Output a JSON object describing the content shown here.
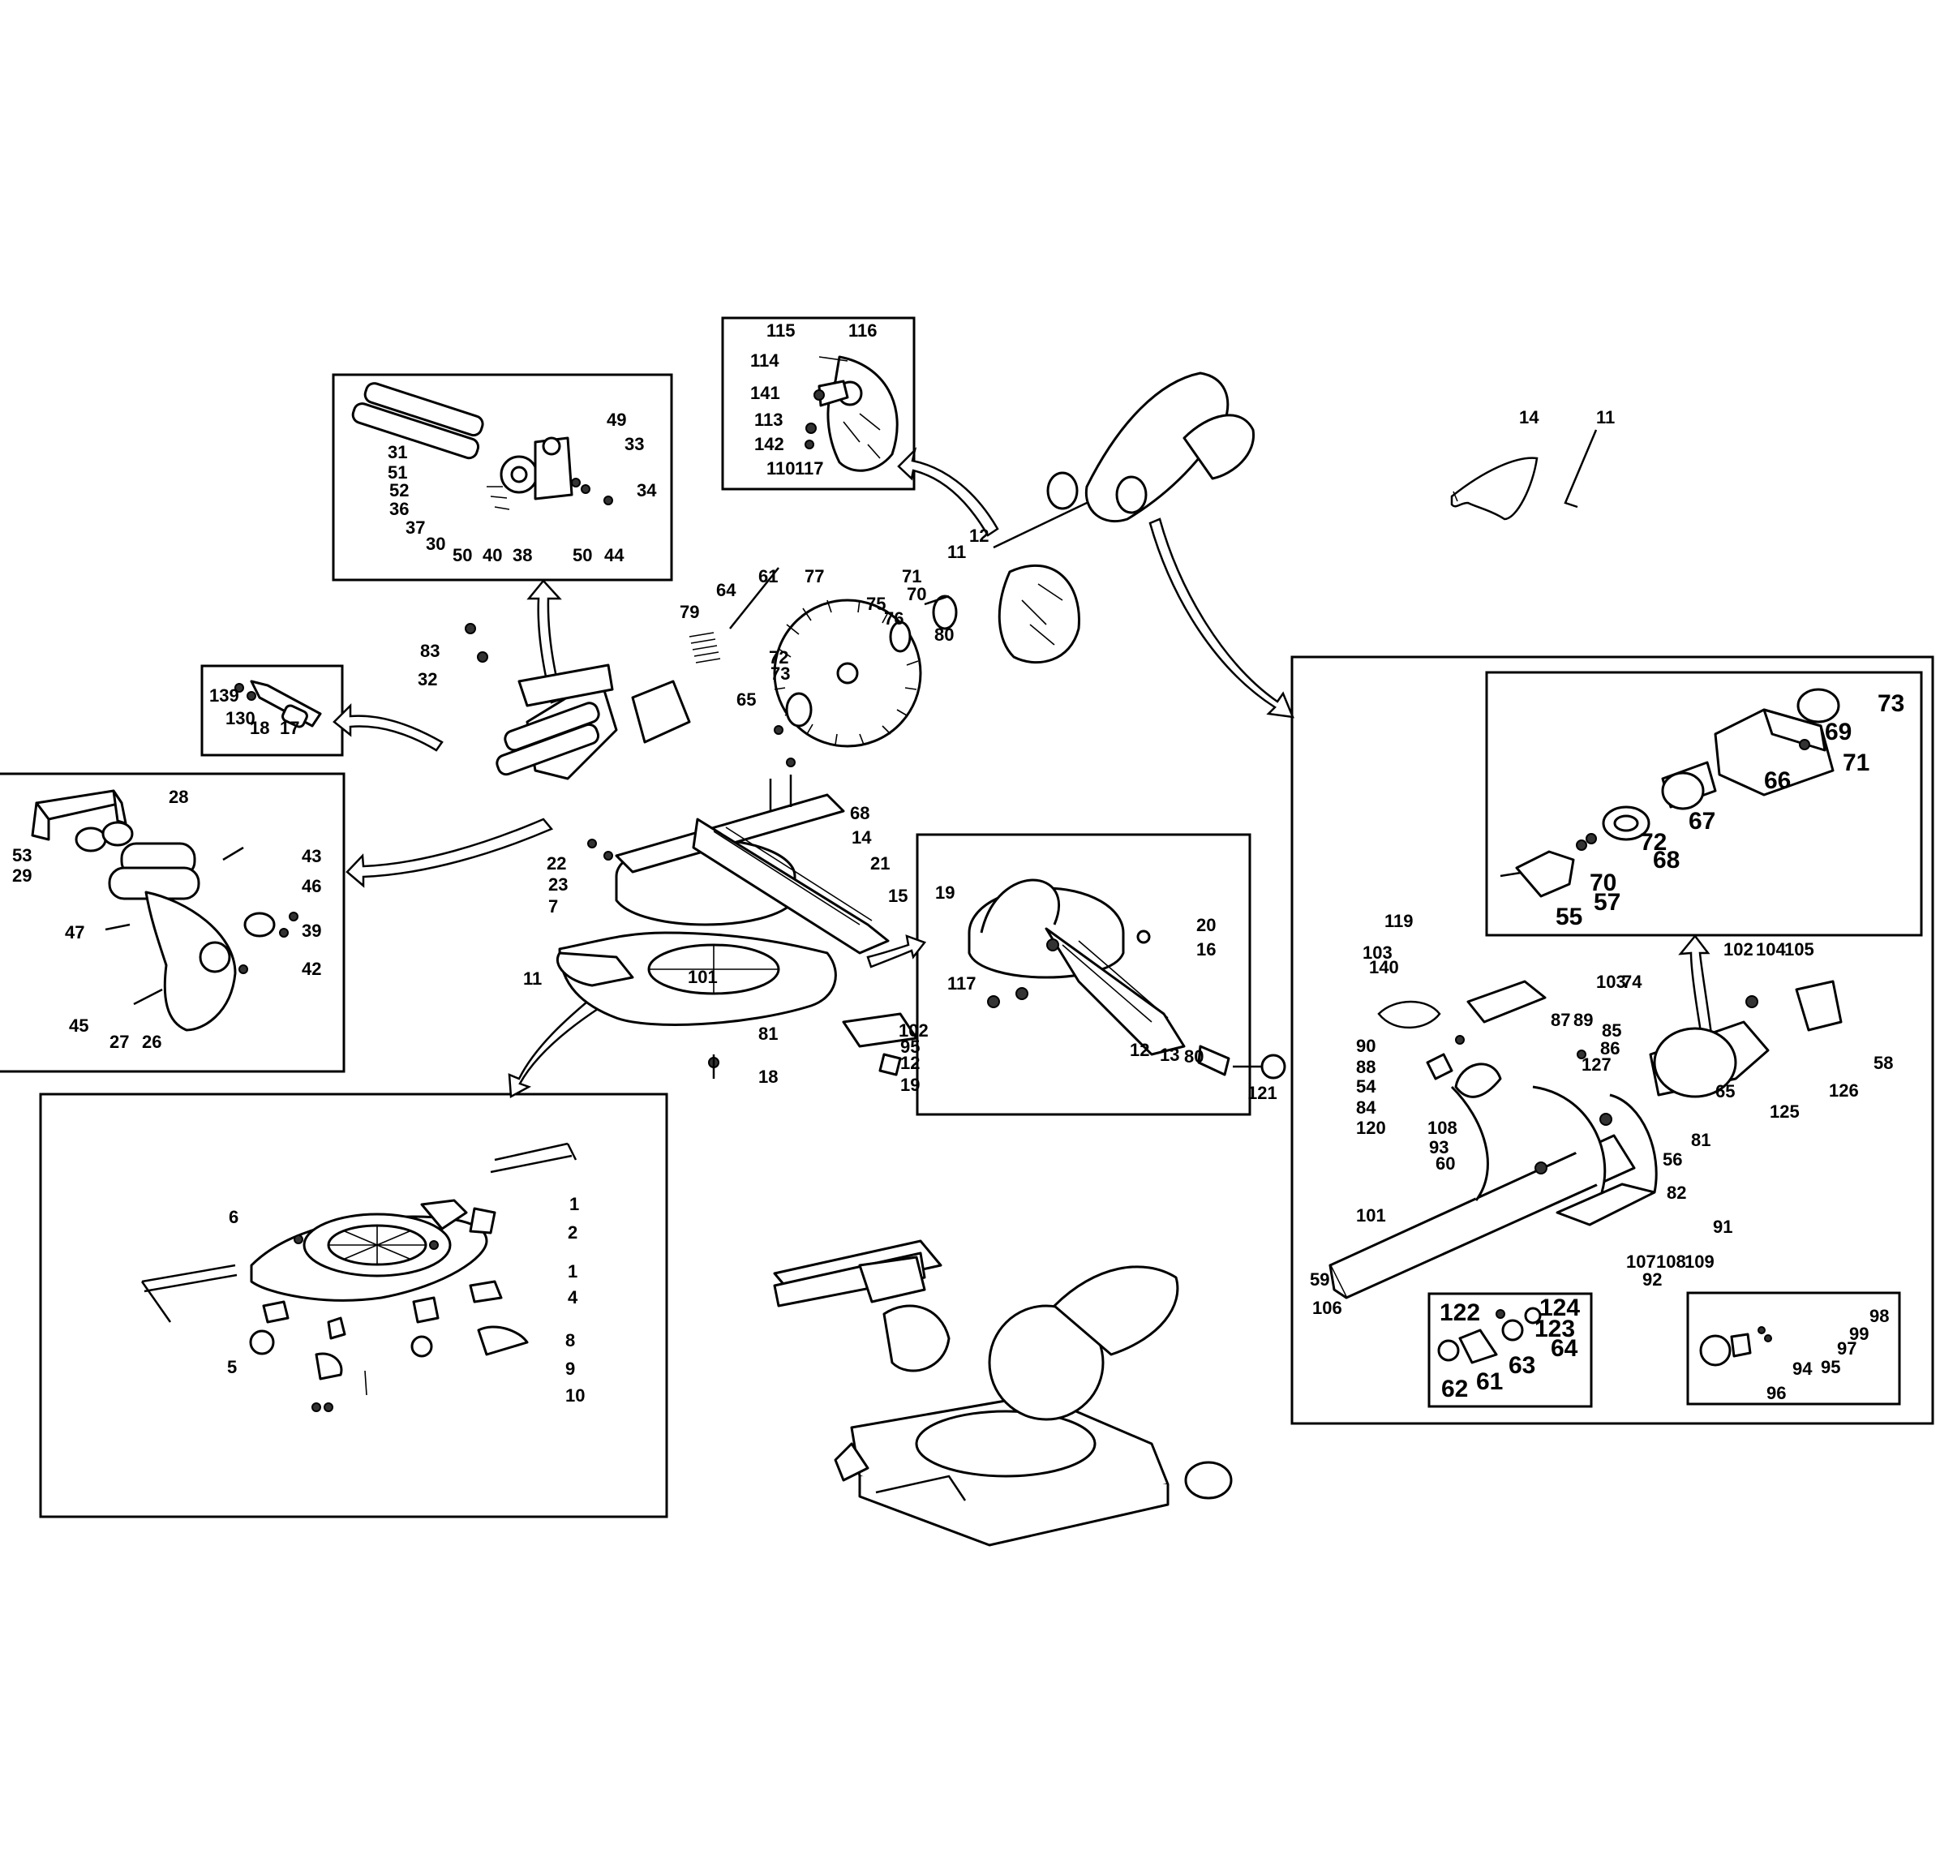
{
  "callouts": {
    "top_guard_inset": [
      "115",
      "116",
      "114",
      "141",
      "113",
      "142",
      "110",
      "117"
    ],
    "rail_inset": [
      "49",
      "33",
      "31",
      "51",
      "52",
      "36",
      "37",
      "30",
      "50",
      "40",
      "38",
      "50",
      "44",
      "34"
    ],
    "small_inset": [
      "139",
      "130",
      "18",
      "17"
    ],
    "handle_inset": [
      "28",
      "53",
      "29",
      "43",
      "46",
      "47",
      "39",
      "42",
      "45",
      "27",
      "26"
    ],
    "base_inset": [
      "6",
      "1",
      "2",
      "1",
      "4",
      "8",
      "9",
      "10",
      "5"
    ],
    "table_inset": [
      "19",
      "117",
      "20",
      "16",
      "12",
      "13",
      "80",
      "121"
    ],
    "motor_inset": [
      "73",
      "69",
      "71",
      "66",
      "67",
      "72",
      "68",
      "70",
      "57",
      "55"
    ],
    "head_assembly": [
      "119",
      "103",
      "102",
      "104",
      "105",
      "103",
      "74",
      "140",
      "87",
      "89",
      "85",
      "86",
      "127",
      "58",
      "90",
      "88",
      "54",
      "84",
      "120",
      "108",
      "93",
      "60",
      "126",
      "125",
      "65",
      "81",
      "56",
      "82",
      "101",
      "91",
      "59",
      "106",
      "107",
      "108",
      "109",
      "92"
    ],
    "flange_inset": [
      "122",
      "124",
      "123",
      "64",
      "63",
      "61",
      "62"
    ],
    "laser_inset": [
      "98",
      "99",
      "97",
      "95",
      "94",
      "96"
    ],
    "main_assembly": [
      "61",
      "64",
      "77",
      "79",
      "75",
      "76",
      "80",
      "11",
      "12",
      "83",
      "32",
      "70",
      "71",
      "72",
      "73",
      "65",
      "68",
      "14",
      "21",
      "15",
      "22",
      "23",
      "7",
      "11",
      "101",
      "102",
      "81",
      "95",
      "12",
      "18",
      "19"
    ],
    "accessories": [
      "14",
      "11"
    ]
  }
}
